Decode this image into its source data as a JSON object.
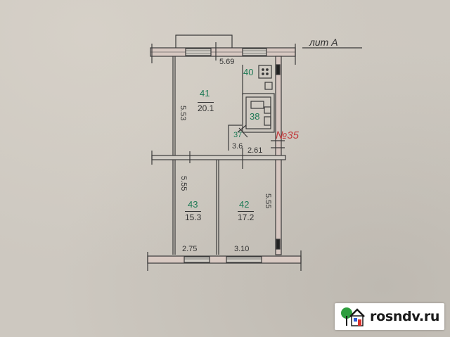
{
  "plan": {
    "title": "лит А",
    "apartment_marker": "№35",
    "rooms": [
      {
        "number": "41",
        "area": "20.1"
      },
      {
        "number": "40",
        "area": ""
      },
      {
        "number": "38",
        "area": ""
      },
      {
        "number": "37",
        "area": "3.6"
      },
      {
        "number": "43",
        "area": "15.3"
      },
      {
        "number": "42",
        "area": "17.2"
      }
    ],
    "dimensions": {
      "top_width": "5.69",
      "left_upper_height": "5.53",
      "corridor_width": "2.61",
      "left_lower_height": "5.55",
      "right_lower_height": "5.55",
      "bottom_left_width": "2.75",
      "bottom_right_width": "3.10"
    }
  },
  "watermark": {
    "site": "rosndv.ru",
    "colors": {
      "tree": "#2e9e3e",
      "house_roof": "#1a1a1a",
      "door": "#d9302c",
      "window": "#2a5bd7"
    }
  }
}
